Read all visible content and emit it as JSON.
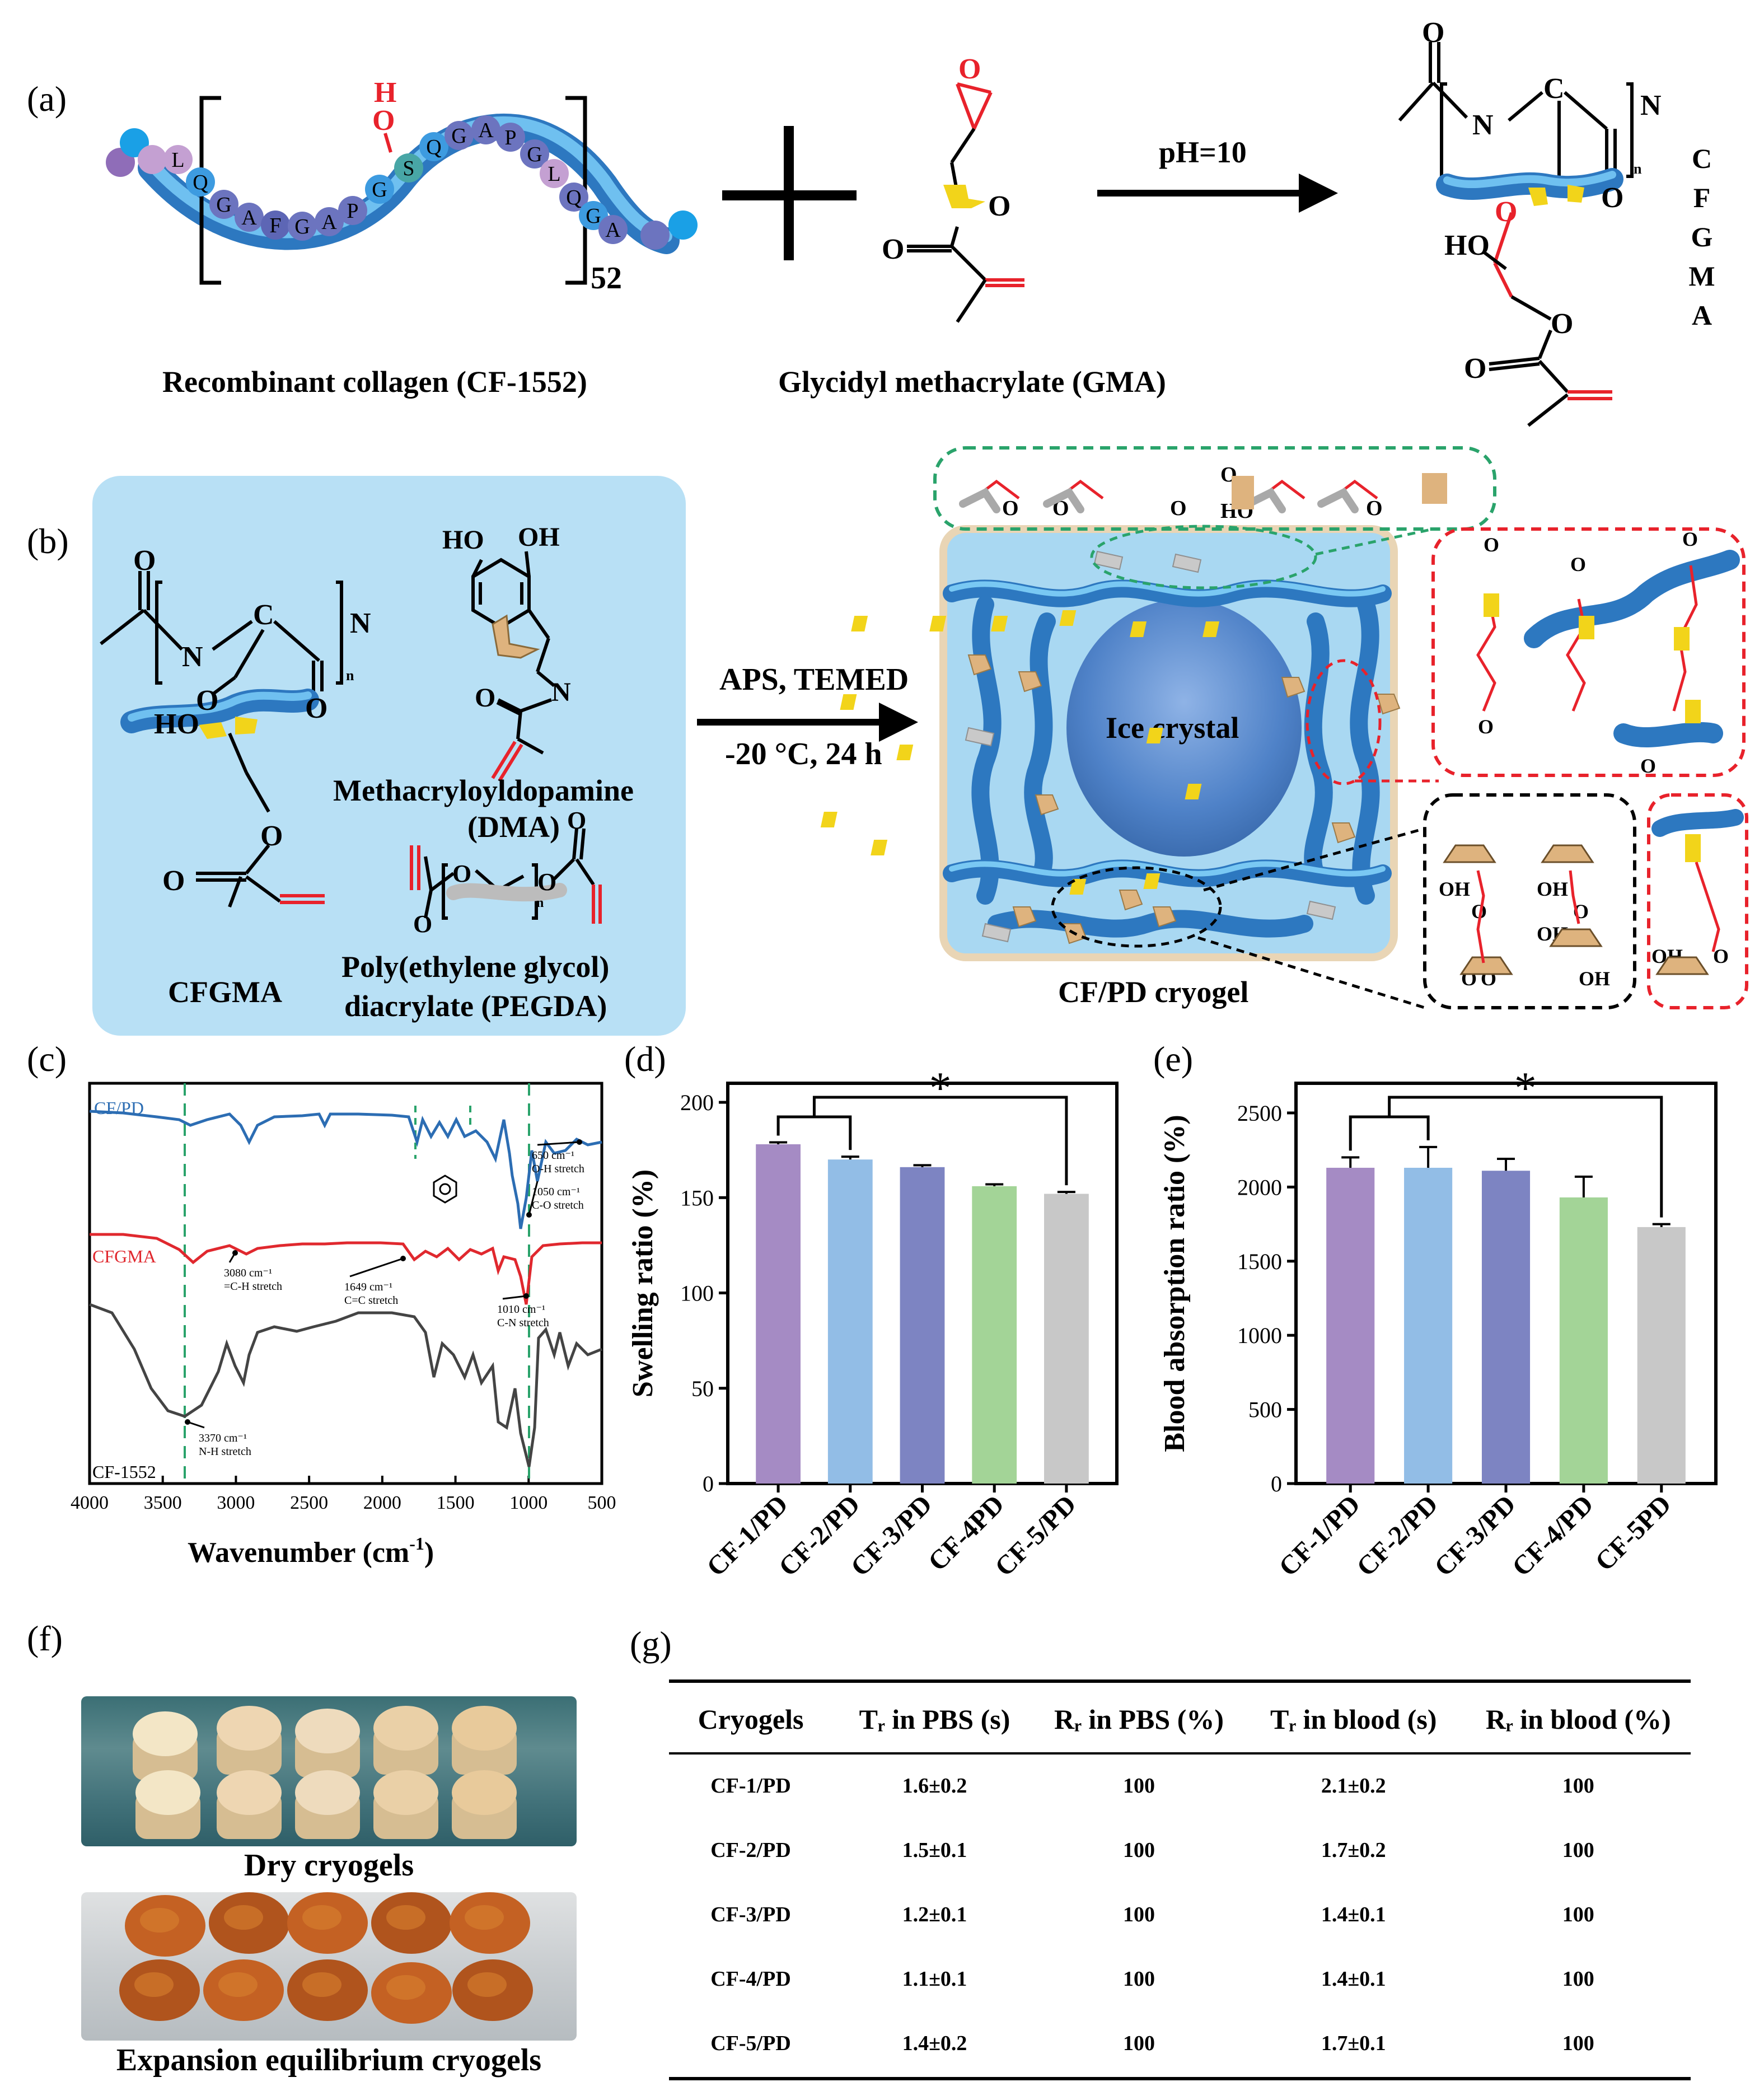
{
  "colors": {
    "collagen_blue": "#3a8fd6",
    "tube_blue": "#4ba3e3",
    "panel_bg": "#b8e0f5",
    "cryo_bg": "#a9d8f2",
    "red": "#e8222b",
    "yellow": "#f2d41a",
    "tan": "#deb37e",
    "gray_tube": "#c9c9c9",
    "purple_bar": "#a58bc4",
    "lightblue_bar": "#92bde6",
    "indigo_bar": "#7d84c2",
    "green_bar": "#a3d497",
    "gray_bar": "#c8c8c8",
    "ftir_blue": "#2c6db3",
    "ftir_red": "#e0282e",
    "ftir_dark": "#444444",
    "dashed_green": "#2aa36b"
  },
  "panel_a": {
    "label": "(a)",
    "collagen_beads": [
      "L",
      "Q",
      "G",
      "A",
      "F",
      "G",
      "A",
      "P",
      "G",
      "S",
      "Q",
      "G",
      "A",
      "P",
      "G",
      "L",
      "Q",
      "G",
      "A"
    ],
    "hydroxyl_H": "H",
    "hydroxyl_O": "O",
    "repeat_n": "52",
    "collagen_name": "Recombinant collagen (CF-1552)",
    "gma_epoxide_O": "O",
    "gma_ester_O": "O",
    "gma_carbonyl_O": "O",
    "gma_name": "Glycidyl methacrylate (GMA)",
    "reaction_condition": "pH=10",
    "product_atoms": {
      "O_top": "O",
      "N1": "N",
      "C": "C",
      "N2": "N",
      "n": "n",
      "O_red": "O",
      "O_right": "O",
      "HO": "HO",
      "O_ester": "O",
      "O_carbonyl": "O"
    },
    "product_name_letters": [
      "C",
      "F",
      "G",
      "M",
      "A"
    ]
  },
  "panel_b": {
    "label": "(b)",
    "cfgma_atoms": {
      "O_top": "O",
      "N1": "N",
      "C": "C",
      "N2": "N",
      "n": "n",
      "O_bottom": "O",
      "O_ether": "O",
      "HO": "HO",
      "O_ester": "O",
      "O_carbonyl": "O"
    },
    "cfgma_name": "CFGMA",
    "dma_atoms": {
      "HO1": "HO",
      "OH1": "OH",
      "N": "N",
      "O": "O"
    },
    "dma_name_line1": "Methacryloyldopamine",
    "dma_name_line2": "(DMA)",
    "pegda_atoms": {
      "O1": "O",
      "O2": "O",
      "O3": "O",
      "n": "n",
      "O4": "O"
    },
    "pegda_name_line1": "Poly(ethylene glycol)",
    "pegda_name_line2": "diacrylate (PEGDA)",
    "arrow_top": "APS, TEMED",
    "arrow_bottom": "-20 °C, 24 h",
    "ice_crystal": "Ice crystal",
    "cryogel_name": "CF/PD cryogel",
    "green_box_atoms": [
      "O",
      "O",
      "O",
      "O",
      "HO",
      "O"
    ],
    "red_box_atoms": [
      "O",
      "O",
      "O",
      "O",
      "O",
      "O"
    ],
    "black_box_atoms": [
      "OH",
      "O",
      "OH",
      "O",
      "O",
      "OH",
      "O",
      "OH",
      "O"
    ],
    "red_small_box_atoms": [
      "OH",
      "O"
    ]
  },
  "panel_c": {
    "label": "(c)",
    "xlabel": "Wavenumber (cm",
    "xlabel_sup": "-1",
    "xlabel_close": ")",
    "xticks": [
      "4000",
      "3500",
      "3000",
      "2500",
      "2000",
      "1500",
      "1000",
      "500"
    ],
    "series_labels": [
      "CF/PD",
      "CFGMA",
      "CF-1552"
    ],
    "annotations": [
      {
        "line1": "650 cm⁻¹",
        "line2": "O-H stretch"
      },
      {
        "line1": "1050 cm⁻¹",
        "line2": "C-O stretch"
      },
      {
        "line1": "3080 cm⁻¹",
        "line2": "=C-H stretch"
      },
      {
        "line1": "1649 cm⁻¹",
        "line2": "C=C stretch"
      },
      {
        "line1": "1010 cm⁻¹",
        "line2": "C-N stretch"
      },
      {
        "line1": "3370 cm⁻¹",
        "line2": "N-H stretch"
      }
    ]
  },
  "chart_data": [
    {
      "type": "bar",
      "panel": "(d)",
      "categories": [
        "CF-1/PD",
        "CF-2/PD",
        "CF-3/PD",
        "CF-4PD",
        "CF-5/PD"
      ],
      "values": [
        178,
        170,
        166,
        156,
        152
      ],
      "errors": [
        1,
        1.5,
        1,
        1,
        1
      ],
      "ylabel": "Swelling ratio (%)",
      "ylim": [
        0,
        210
      ],
      "yticks": [
        "0",
        "50",
        "100",
        "150",
        "200"
      ],
      "significance": "*"
    },
    {
      "type": "bar",
      "panel": "(e)",
      "categories": [
        "CF-1/PD",
        "CF-2/PD",
        "CF-3/PD",
        "CF-4/PD",
        "CF-5PD"
      ],
      "values": [
        2130,
        2130,
        2110,
        1930,
        1730
      ],
      "errors": [
        70,
        140,
        80,
        140,
        20
      ],
      "ylabel": "Blood absorption ratio (%)",
      "ylim": [
        0,
        2700
      ],
      "yticks": [
        "0",
        "500",
        "1000",
        "1500",
        "2000",
        "2500"
      ],
      "significance": "*"
    }
  ],
  "panel_f": {
    "label": "(f)",
    "dry_caption": "Dry cryogels",
    "wet_caption": "Expansion equilibrium cryogels"
  },
  "panel_g": {
    "label": "(g)",
    "headers": [
      "Cryogels",
      "Tᵣ in PBS (s)",
      "Rᵣ in PBS (%)",
      "Tᵣ in blood (s)",
      "Rᵣ in blood (%)"
    ],
    "rows": [
      [
        "CF-1/PD",
        "1.6±0.2",
        "100",
        "2.1±0.2",
        "100"
      ],
      [
        "CF-2/PD",
        "1.5±0.1",
        "100",
        "1.7±0.2",
        "100"
      ],
      [
        "CF-3/PD",
        "1.2±0.1",
        "100",
        "1.4±0.1",
        "100"
      ],
      [
        "CF-4/PD",
        "1.1±0.1",
        "100",
        "1.4±0.1",
        "100"
      ],
      [
        "CF-5/PD",
        "1.4±0.2",
        "100",
        "1.7±0.1",
        "100"
      ]
    ]
  }
}
